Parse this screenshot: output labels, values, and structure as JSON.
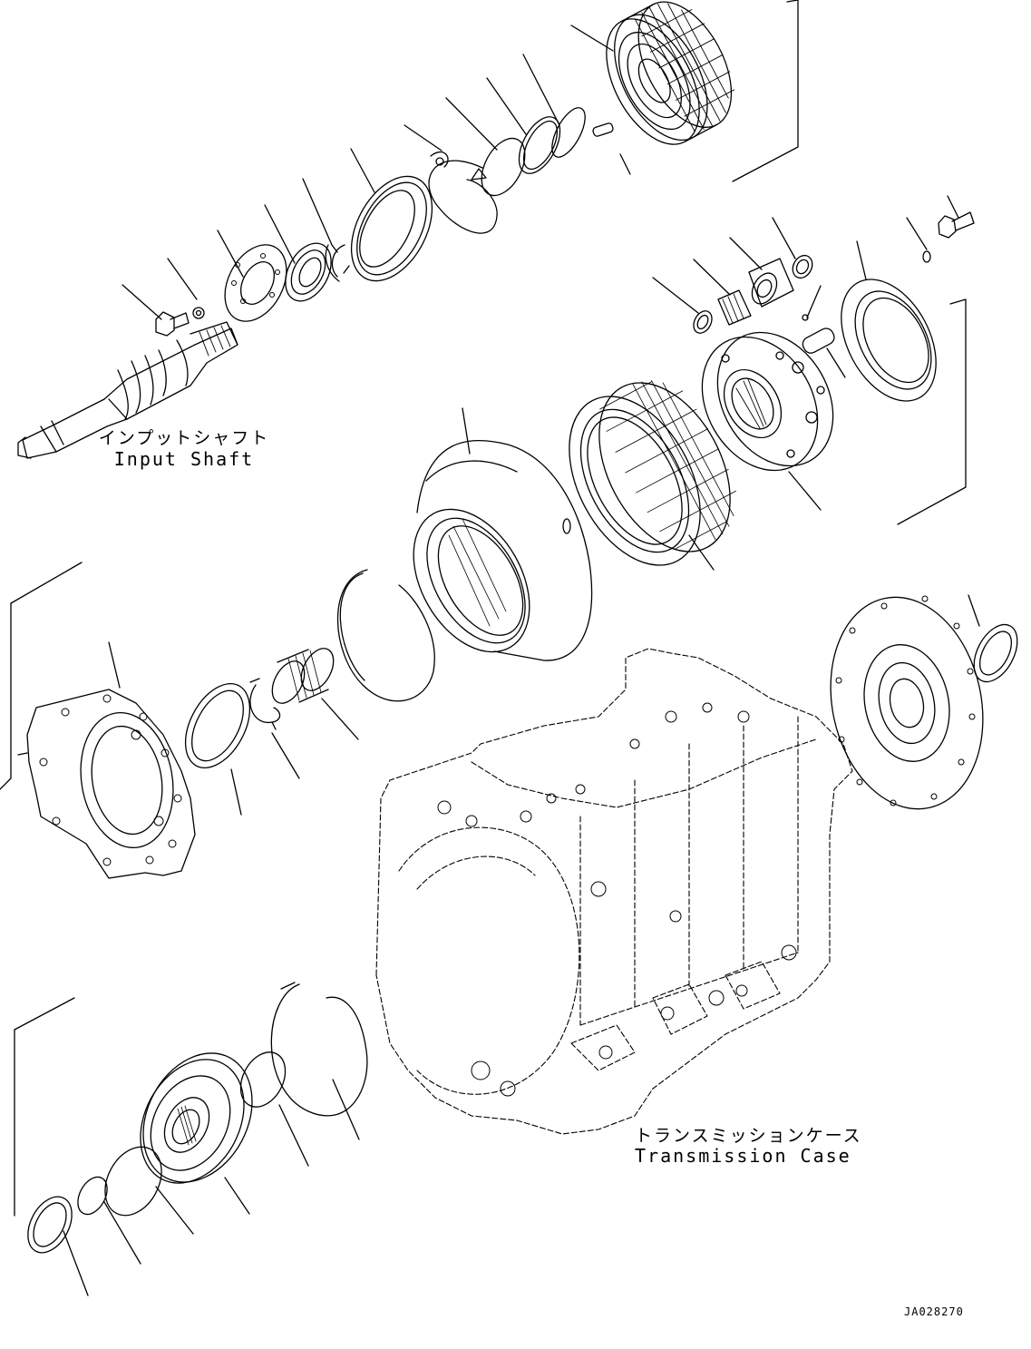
{
  "labels": {
    "input_shaft_ja": "インプットシャフト",
    "input_shaft_en": "Input Shaft",
    "transmission_case_ja": "トランスミッションケース",
    "transmission_case_en": "Transmission Case"
  },
  "drawing_code": "JA028270",
  "colors": {
    "line": "#000000",
    "paper": "#ffffff"
  }
}
